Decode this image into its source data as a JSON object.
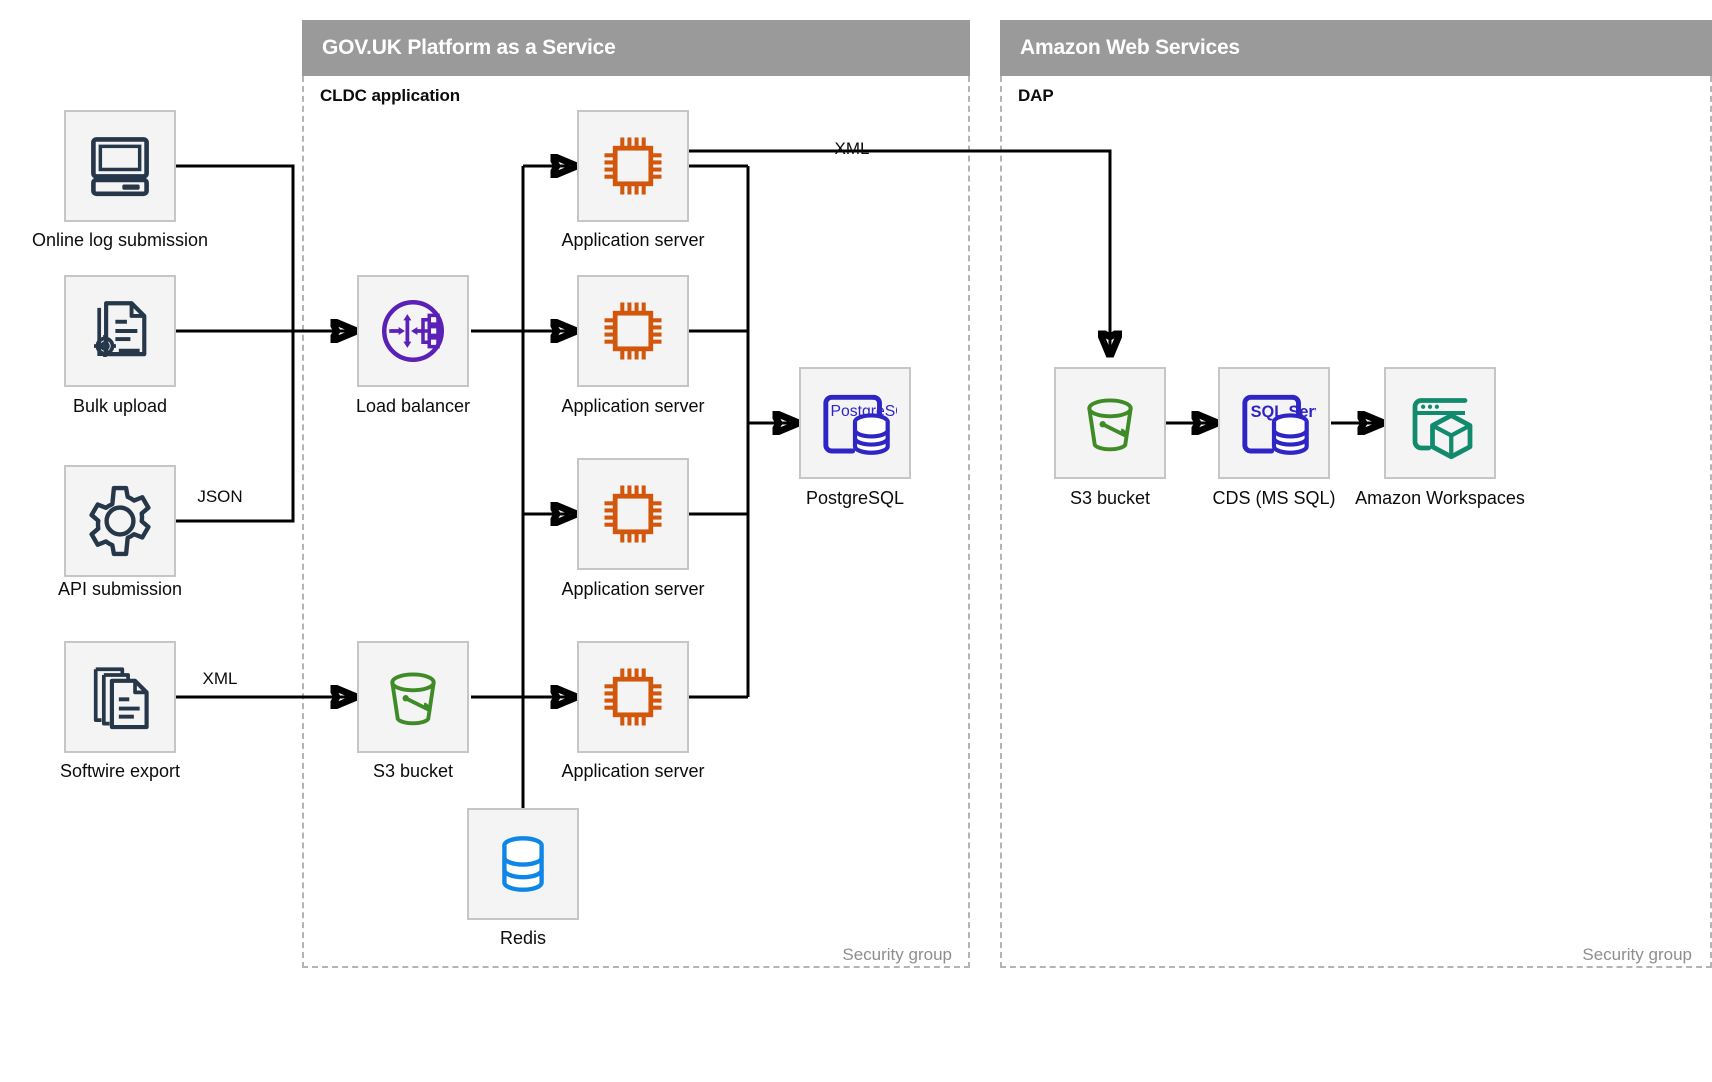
{
  "groups": [
    {
      "name": "paas",
      "title": "GOV.UK Platform as a Service",
      "subtitle": "CLDC application",
      "security_label": "Security group"
    },
    {
      "name": "aws",
      "title": "Amazon Web Services",
      "subtitle": "DAP",
      "security_label": "Security group"
    }
  ],
  "nodes": {
    "online_log": {
      "label": "Online log submission",
      "icon": "desktop-computer-icon",
      "color": "#26374a"
    },
    "bulk_upload": {
      "label": "Bulk upload",
      "icon": "document-gear-icon",
      "color": "#26374a"
    },
    "api_submission": {
      "label": "API submission",
      "icon": "gear-icon",
      "color": "#26374a"
    },
    "softwire_export": {
      "label": "Softwire export",
      "icon": "documents-stack-icon",
      "color": "#26374a"
    },
    "load_balancer": {
      "label": "Load balancer",
      "icon": "load-balancer-icon",
      "color": "#5b21b6"
    },
    "app_server_1": {
      "label": "Application server",
      "icon": "cpu-chip-icon",
      "color": "#d2560b"
    },
    "app_server_2": {
      "label": "Application server",
      "icon": "cpu-chip-icon",
      "color": "#d2560b"
    },
    "app_server_3": {
      "label": "Application server",
      "icon": "cpu-chip-icon",
      "color": "#d2560b"
    },
    "app_server_4": {
      "label": "Application server",
      "icon": "cpu-chip-icon",
      "color": "#d2560b"
    },
    "paas_s3_bucket": {
      "label": "S3 bucket",
      "icon": "bucket-icon",
      "color": "#3f8b28"
    },
    "postgresql": {
      "label": "PostgreSQL",
      "icon": "postgresql-database-icon",
      "color": "#2f25c4",
      "badge_text": "PostgreSQL"
    },
    "redis": {
      "label": "Redis",
      "icon": "database-cylinder-icon",
      "color": "#0d86e8"
    },
    "aws_s3_bucket": {
      "label": "S3 bucket",
      "icon": "bucket-icon",
      "color": "#3f8b28"
    },
    "cds_mssql": {
      "label": "CDS (MS SQL)",
      "icon": "sql-server-database-icon",
      "color": "#2f25c4",
      "badge_text": "SQL Server"
    },
    "amazon_workspaces": {
      "label": "Amazon Workspaces",
      "icon": "workspaces-cube-icon",
      "color": "#128a6e"
    }
  },
  "edge_labels": {
    "json": "JSON",
    "xml_softwire": "XML",
    "xml_appserver_to_s3": "XML"
  }
}
